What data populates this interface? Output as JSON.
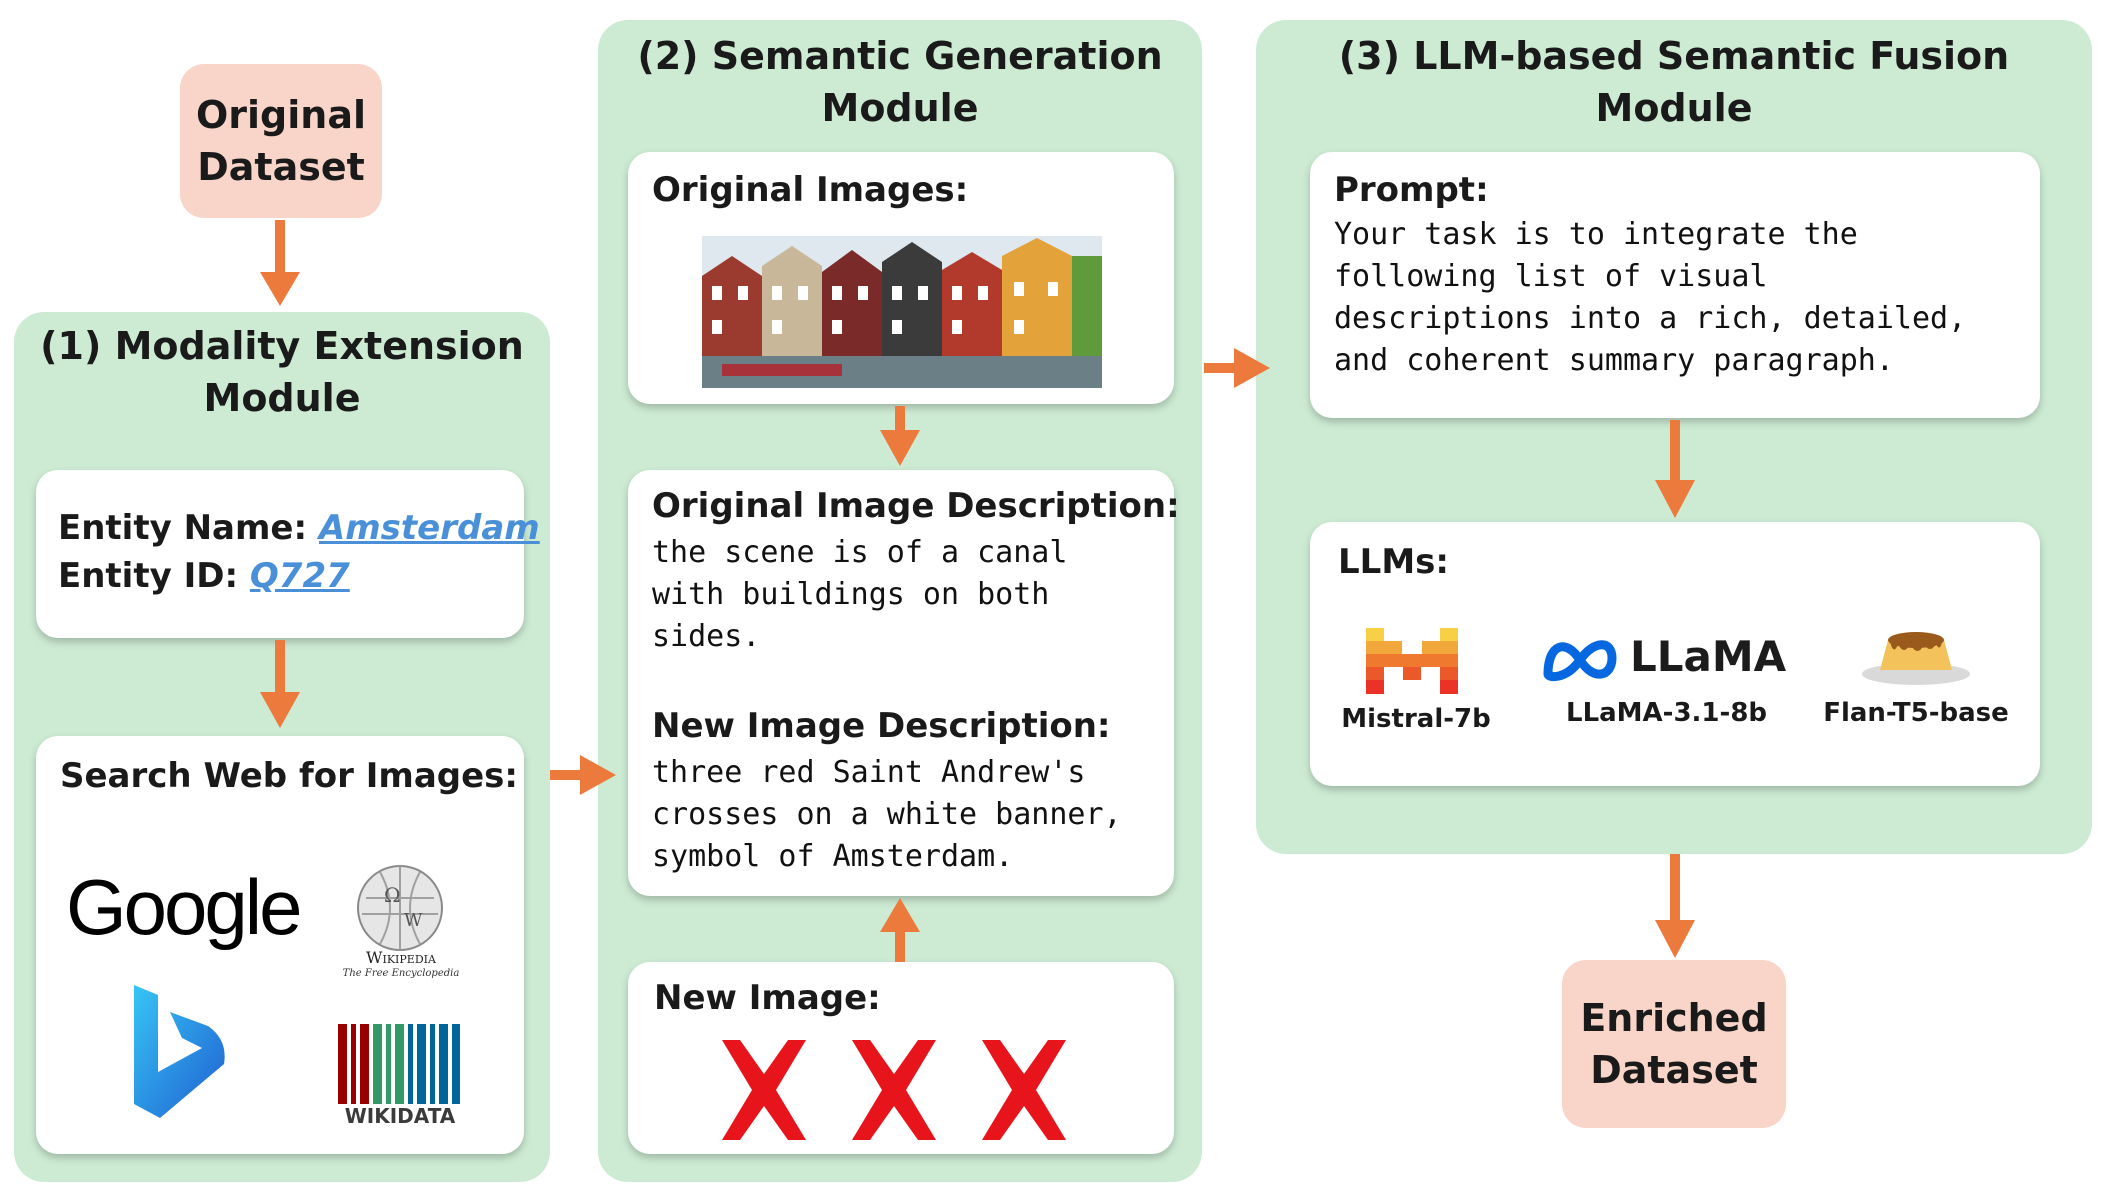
{
  "original_dataset": {
    "line1": "Original",
    "line2": "Dataset"
  },
  "enriched_dataset": {
    "line1": "Enriched",
    "line2": "Dataset"
  },
  "module1": {
    "title_line1": "(1) Modality Extension",
    "title_line2": "Module",
    "entity_name_label": "Entity Name: ",
    "entity_name_value": "Amsterdam",
    "entity_id_label": "Entity ID: ",
    "entity_id_value": "Q727",
    "search_label": "Search Web for Images:",
    "logos": {
      "google": "Google",
      "wikipedia_name": "Wikipedia",
      "wikipedia_tagline": "The Free Encyclopedia",
      "wikidata": "WIKIDATA",
      "bing_icon": "bing-logo-icon"
    }
  },
  "module2": {
    "title_line1": "(2) Semantic Generation",
    "title_line2": "Module",
    "original_images_label": "Original Images:",
    "orig_desc_label": "Original Image Description:",
    "orig_desc_text": "the scene is of a canal\nwith buildings on both\nsides.",
    "new_desc_label": "New Image Description:",
    "new_desc_text": "three red Saint Andrew's\ncrosses on a white banner,\nsymbol of Amsterdam.",
    "new_image_label": "New Image:"
  },
  "module3": {
    "title": "(3) LLM-based Semantic Fusion Module",
    "prompt_label": "Prompt:",
    "prompt_text": "Your task is to integrate the\nfollowing list of visual\ndescriptions into a rich, detailed,\nand coherent summary paragraph.",
    "llms_label": "LLMs:",
    "llms": [
      {
        "name": "Mistral-7b",
        "icon": "mistral-logo-icon"
      },
      {
        "name": "LLaMA-3.1-8b",
        "icon": "meta-llama-logo-icon",
        "logo_text": "LLaMA"
      },
      {
        "name": "Flan-T5-base",
        "icon": "flan-pudding-icon"
      }
    ]
  },
  "colors": {
    "module_bg": "#cdebd3",
    "dataset_bg": "#f8d5c8",
    "arrow": "#ec7a3c",
    "link": "#4a90d9",
    "cross": "#e8141c"
  }
}
